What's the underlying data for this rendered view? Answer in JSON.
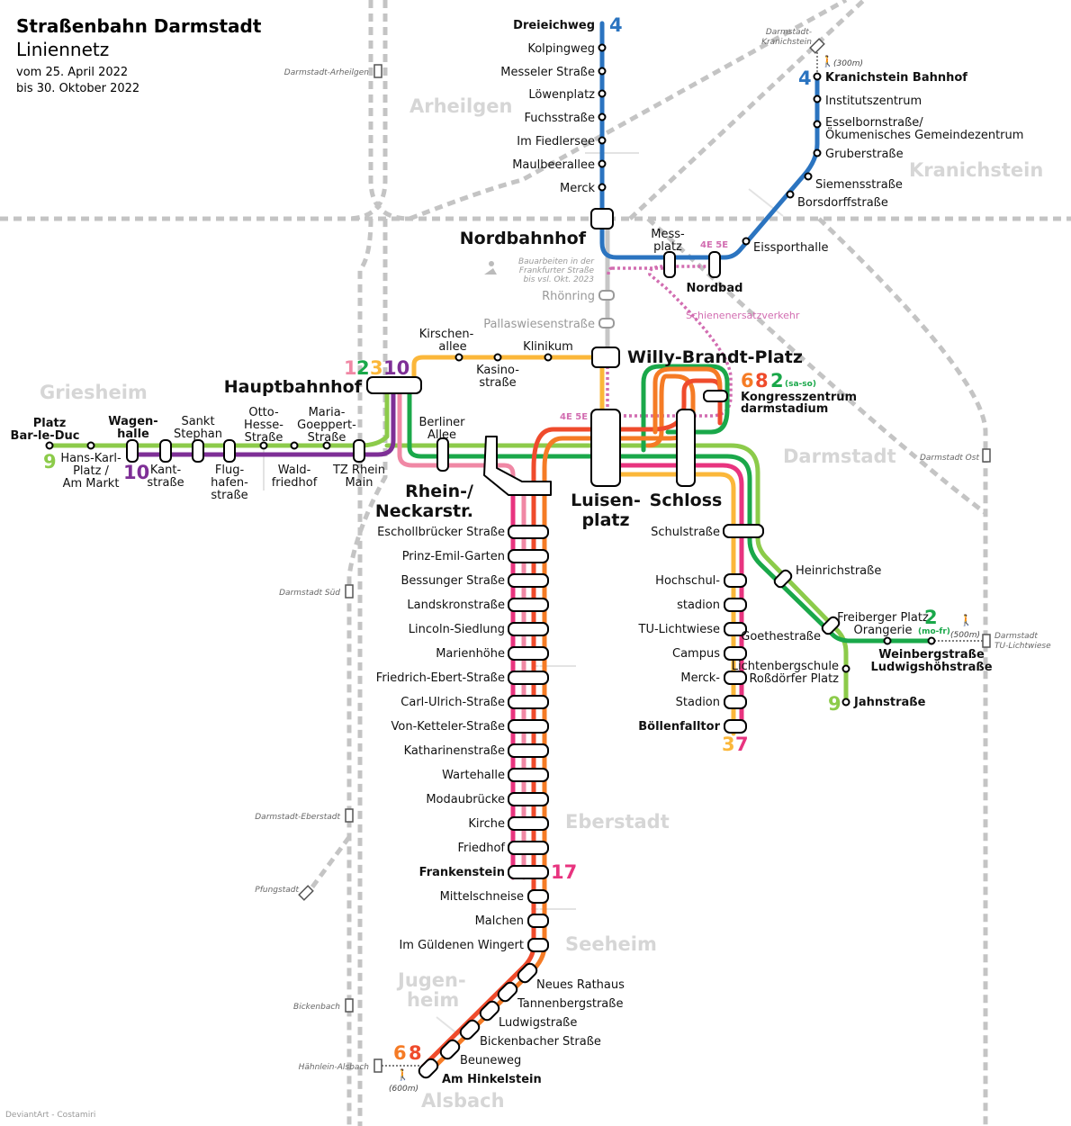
{
  "header": {
    "title": "Straßenbahn Darmstadt",
    "subtitle": "Liniennetz",
    "valid_from": "vom 25. April 2022",
    "valid_to": "bis 30. Oktober 2022"
  },
  "credit": "DeviantArt - Costamiri",
  "colors": {
    "line2": "#1aa84a",
    "line3": "#fbb73a",
    "line4": "#2b74c0",
    "line6": "#f57b25",
    "line7": "#e8347f",
    "line8": "#ef4b2c",
    "line9": "#8ccb4a",
    "line10": "#7e2f96",
    "line1": "#f088a5",
    "sev": "#d26db1",
    "closed": "#bfbfbf",
    "district": "#d6d6d6",
    "rail": "#bdbdbd"
  },
  "districts": [
    {
      "id": "arheilgen",
      "label": "Arheilgen"
    },
    {
      "id": "kranichstein",
      "label": "Kranichstein"
    },
    {
      "id": "griesheim",
      "label": "Griesheim"
    },
    {
      "id": "darmstadt",
      "label": "Darmstadt"
    },
    {
      "id": "eberstadt",
      "label": "Eberstadt"
    },
    {
      "id": "seeheim",
      "label": "Seeheim"
    },
    {
      "id": "jugenheim1",
      "label": "Jugen-"
    },
    {
      "id": "jugenheim2",
      "label": "heim"
    },
    {
      "id": "alsbach",
      "label": "Alsbach"
    }
  ],
  "rail_stations": [
    {
      "id": "arheilgen",
      "label": "Darmstadt-Arheilgen"
    },
    {
      "id": "kranichstein1",
      "label": "Darmstadt-"
    },
    {
      "id": "kranichstein2",
      "label": "Kranichstein"
    },
    {
      "id": "sued",
      "label": "Darmstadt Süd"
    },
    {
      "id": "ost",
      "label": "Darmstadt Ost"
    },
    {
      "id": "eberstadt",
      "label": "Darmstadt-Eberstadt"
    },
    {
      "id": "pfungstadt",
      "label": "Pfungstadt"
    },
    {
      "id": "bickenbach",
      "label": "Bickenbach"
    },
    {
      "id": "haehnlein",
      "label": "Hähnlein-Alsbach"
    },
    {
      "id": "tul1",
      "label": "Darmstadt"
    },
    {
      "id": "tul2",
      "label": "TU-Lichtwiese"
    }
  ],
  "walk_labels": [
    {
      "id": "w300",
      "label": "(300m)"
    },
    {
      "id": "w500",
      "label": "(500m)"
    },
    {
      "id": "w600",
      "label": "(600m)"
    }
  ],
  "notes": {
    "bauarbeiten1": "Bauarbeiten in der",
    "bauarbeiten2": "Frankfurter Straße",
    "bauarbeiten3": "bis vsl. Okt. 2023",
    "sev": "Schienenersatzverkehr",
    "sev_badge_north": "4E 5E",
    "sev_badge_south": "4E 5E",
    "sa_so": "(sa-so)",
    "mo_fr": "(mo-fr)"
  },
  "line_badges": [
    {
      "id": "b4n",
      "label": "4",
      "color": "line4"
    },
    {
      "id": "b4k",
      "label": "4",
      "color": "line4"
    },
    {
      "id": "b1",
      "label": "1",
      "color": "line1"
    },
    {
      "id": "b2",
      "label": "2",
      "color": "line2"
    },
    {
      "id": "b3",
      "label": "3",
      "color": "line3"
    },
    {
      "id": "b10",
      "label": "10",
      "color": "line10"
    },
    {
      "id": "b9w",
      "label": "9",
      "color": "line9"
    },
    {
      "id": "b10w",
      "label": "10",
      "color": "line10"
    },
    {
      "id": "b6wb",
      "label": "6",
      "color": "line6"
    },
    {
      "id": "b8wb",
      "label": "8",
      "color": "line8"
    },
    {
      "id": "b2wb",
      "label": "2",
      "color": "line2"
    },
    {
      "id": "b3s",
      "label": "3",
      "color": "line3"
    },
    {
      "id": "b7s",
      "label": "7",
      "color": "line7"
    },
    {
      "id": "b17",
      "label": "17",
      "color": "line7"
    },
    {
      "id": "b2tu",
      "label": "2",
      "color": "line2"
    },
    {
      "id": "b9b",
      "label": "9",
      "color": "line9"
    },
    {
      "id": "b6a",
      "label": "6",
      "color": "line6"
    },
    {
      "id": "b8a",
      "label": "8",
      "color": "line8"
    }
  ],
  "stops": [
    {
      "id": "dreieichweg",
      "label": "Dreieichweg"
    },
    {
      "id": "kolpingweg",
      "label": "Kolpingweg"
    },
    {
      "id": "messeler",
      "label": "Messeler Straße"
    },
    {
      "id": "loewenplatz",
      "label": "Löwenplatz"
    },
    {
      "id": "fuchsstrasse",
      "label": "Fuchsstraße"
    },
    {
      "id": "fiedlersee",
      "label": "Im Fiedlersee"
    },
    {
      "id": "maulbeer",
      "label": "Maulbeerallee"
    },
    {
      "id": "merck",
      "label": "Merck"
    },
    {
      "id": "nordbahnhof",
      "label": "Nordbahnhof"
    },
    {
      "id": "messplatz1",
      "label": "Mess-"
    },
    {
      "id": "messplatz2",
      "label": "platz"
    },
    {
      "id": "nordbad",
      "label": "Nordbad"
    },
    {
      "id": "eissporthalle",
      "label": "Eissporthalle"
    },
    {
      "id": "borsdorff",
      "label": "Borsdorffstraße"
    },
    {
      "id": "siemens",
      "label": "Siemensstraße"
    },
    {
      "id": "gruber",
      "label": "Gruberstraße"
    },
    {
      "id": "esselborn1",
      "label": "Esselbornstraße/"
    },
    {
      "id": "esselborn2",
      "label": "Ökumenisches Gemeindezentrum"
    },
    {
      "id": "institut",
      "label": "Institutszentrum"
    },
    {
      "id": "kranichbf",
      "label": "Kranichstein Bahnhof"
    },
    {
      "id": "roenring",
      "label": "Rhönring"
    },
    {
      "id": "pallas",
      "label": "Pallaswiesenstraße"
    },
    {
      "id": "kirschen1",
      "label": "Kirschen-"
    },
    {
      "id": "kirschen2",
      "label": "allee"
    },
    {
      "id": "kasino1",
      "label": "Kasino-"
    },
    {
      "id": "kasino2",
      "label": "straße"
    },
    {
      "id": "klinikum",
      "label": "Klinikum"
    },
    {
      "id": "wbp",
      "label": "Willy-Brandt-Platz"
    },
    {
      "id": "hbf",
      "label": "Hauptbahnhof"
    },
    {
      "id": "kongress1",
      "label": "Kongresszentrum"
    },
    {
      "id": "kongress2",
      "label": "darmstadium"
    },
    {
      "id": "platzbld1",
      "label": "Platz"
    },
    {
      "id": "platzbld2",
      "label": "Bar-le-Duc"
    },
    {
      "id": "hkp1",
      "label": "Hans-Karl-"
    },
    {
      "id": "hkp2",
      "label": "Platz /"
    },
    {
      "id": "hkp3",
      "label": "Am Markt"
    },
    {
      "id": "wagen1",
      "label": "Wagen-"
    },
    {
      "id": "wagen2",
      "label": "halle"
    },
    {
      "id": "kant1",
      "label": "Kant-"
    },
    {
      "id": "kant2",
      "label": "straße"
    },
    {
      "id": "stephan1",
      "label": "Sankt"
    },
    {
      "id": "stephan2",
      "label": "Stephan"
    },
    {
      "id": "flug1",
      "label": "Flug-"
    },
    {
      "id": "flug2",
      "label": "hafen-"
    },
    {
      "id": "flug3",
      "label": "straße"
    },
    {
      "id": "otto1",
      "label": "Otto-"
    },
    {
      "id": "otto2",
      "label": "Hesse-"
    },
    {
      "id": "otto3",
      "label": "Straße"
    },
    {
      "id": "wald1",
      "label": "Wald-"
    },
    {
      "id": "wald2",
      "label": "friedhof"
    },
    {
      "id": "maria1",
      "label": "Maria-"
    },
    {
      "id": "maria2",
      "label": "Goeppert-"
    },
    {
      "id": "maria3",
      "label": "Straße"
    },
    {
      "id": "tz1",
      "label": "TZ Rhein"
    },
    {
      "id": "tz2",
      "label": "Main"
    },
    {
      "id": "berliner1",
      "label": "Berliner"
    },
    {
      "id": "berliner2",
      "label": "Allee"
    },
    {
      "id": "rhein1",
      "label": "Rhein-/"
    },
    {
      "id": "rhein2",
      "label": "Neckarstr."
    },
    {
      "id": "luisen1",
      "label": "Luisen-"
    },
    {
      "id": "luisen2",
      "label": "platz"
    },
    {
      "id": "schloss",
      "label": "Schloss"
    },
    {
      "id": "schul",
      "label": "Schulstraße"
    },
    {
      "id": "heinrich",
      "label": "Heinrichstraße"
    },
    {
      "id": "goethe",
      "label": "Goethestraße"
    },
    {
      "id": "freiberger",
      "label": "Freiberger Platz"
    },
    {
      "id": "orangerie",
      "label": "Orangerie"
    },
    {
      "id": "weinberg",
      "label": "Weinbergstraße"
    },
    {
      "id": "ludwigshoehe",
      "label": "Ludwigshöhstraße"
    },
    {
      "id": "lichtenberg",
      "label": "Lichtenbergschule"
    },
    {
      "id": "rossdorf",
      "label": "Roßdörfer Platz"
    },
    {
      "id": "jahn",
      "label": "Jahnstraße"
    },
    {
      "id": "hochschul1",
      "label": "Hochschul-"
    },
    {
      "id": "hochschul2",
      "label": "stadion"
    },
    {
      "id": "tuc1",
      "label": "TU-Lichtwiese"
    },
    {
      "id": "tuc2",
      "label": "Campus"
    },
    {
      "id": "merckst1",
      "label": "Merck-"
    },
    {
      "id": "merckst2",
      "label": "Stadion"
    },
    {
      "id": "boellen",
      "label": "Böllenfalltor"
    },
    {
      "id": "eschollbruecker",
      "label": "Eschollbrücker Straße"
    },
    {
      "id": "prinzemil",
      "label": "Prinz-Emil-Garten"
    },
    {
      "id": "bessunger",
      "label": "Bessunger Straße"
    },
    {
      "id": "landskron",
      "label": "Landskronstraße"
    },
    {
      "id": "lincoln",
      "label": "Lincoln-Siedlung"
    },
    {
      "id": "marien",
      "label": "Marienhöhe"
    },
    {
      "id": "ebert",
      "label": "Friedrich-Ebert-Straße"
    },
    {
      "id": "carlulrich",
      "label": "Carl-Ulrich-Straße"
    },
    {
      "id": "ketteler",
      "label": "Von-Ketteler-Straße"
    },
    {
      "id": "katharinen",
      "label": "Katharinenstraße"
    },
    {
      "id": "wartehalle",
      "label": "Wartehalle"
    },
    {
      "id": "modau",
      "label": "Modaubrücke"
    },
    {
      "id": "kirche",
      "label": "Kirche"
    },
    {
      "id": "friedhof",
      "label": "Friedhof"
    },
    {
      "id": "frankenstein",
      "label": "Frankenstein"
    },
    {
      "id": "mittelschneise",
      "label": "Mittelschneise"
    },
    {
      "id": "malchen",
      "label": "Malchen"
    },
    {
      "id": "gueldenen",
      "label": "Im Güldenen Wingert"
    },
    {
      "id": "neuesrathaus",
      "label": "Neues Rathaus"
    },
    {
      "id": "tannenberg",
      "label": "Tannenbergstraße"
    },
    {
      "id": "ludwig",
      "label": "Ludwigstraße"
    },
    {
      "id": "bickenbacher",
      "label": "Bickenbacher Straße"
    },
    {
      "id": "beuneweg",
      "label": "Beuneweg"
    },
    {
      "id": "hinkelstein",
      "label": "Am Hinkelstein"
    }
  ]
}
